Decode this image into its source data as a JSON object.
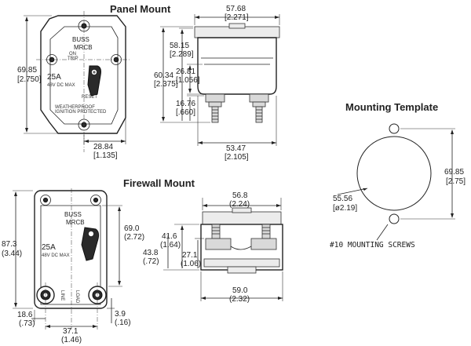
{
  "titles": {
    "panel": "Panel Mount",
    "firewall": "Firewall Mount",
    "template": "Mounting Template"
  },
  "panel": {
    "brand": "BUSS",
    "model": "MRCB",
    "rating": "25A",
    "voltage": "48V DC MAX",
    "on": "ON",
    "trip": "TRIP",
    "reset": "RESET",
    "weather": "WEATHERPROOF",
    "ignition": "IGNITION PROTECTED",
    "dims": {
      "height_mm": "69.85",
      "height_in": "[2.750]",
      "width_mm": "57.68",
      "width_in": "[2.271]",
      "total_h_mm": "60.34",
      "total_h_in": "[2.375]",
      "body_h_mm": "58.15",
      "body_h_in": "[2.289]",
      "mid_mm": "26.81",
      "mid_in": "[1.056]",
      "stud_mm": "16.76",
      "stud_in": "[.660]",
      "hole_mm": "28.84",
      "hole_in": "[1.135]",
      "base_mm": "53.47",
      "base_in": "[2.105]"
    }
  },
  "firewall": {
    "brand": "BUSS",
    "model": "MRCB",
    "rating": "25A",
    "voltage": "48V DC MAX",
    "line": "LINE",
    "load": "LOAD",
    "dims": {
      "height_mm": "87.3",
      "height_in": "(3.44)",
      "width_mm": "56.8",
      "width_in": "(2.24)",
      "body_mm": "69.0",
      "body_in": "(2.72)",
      "side_h_mm": "41.6",
      "side_h_in": "(1.64)",
      "side_t_mm": "43.8",
      "side_t_in": "(.72)",
      "mid_mm": "27.1",
      "mid_in": "(1.06)",
      "base_mm": "59.0",
      "base_in": "(2.32)",
      "left_mm": "18.6",
      "left_in": "(.73)",
      "stud_sp_mm": "37.1",
      "stud_sp_in": "(1.46)",
      "edge_mm": "3.9",
      "edge_in": "(.16)"
    }
  },
  "template": {
    "spacing_mm": "69.85",
    "spacing_in": "[2.75]",
    "dia_mm": "55.56",
    "dia_in": "[ø2.19]",
    "screws": "#10 MOUNTING SCREWS"
  }
}
